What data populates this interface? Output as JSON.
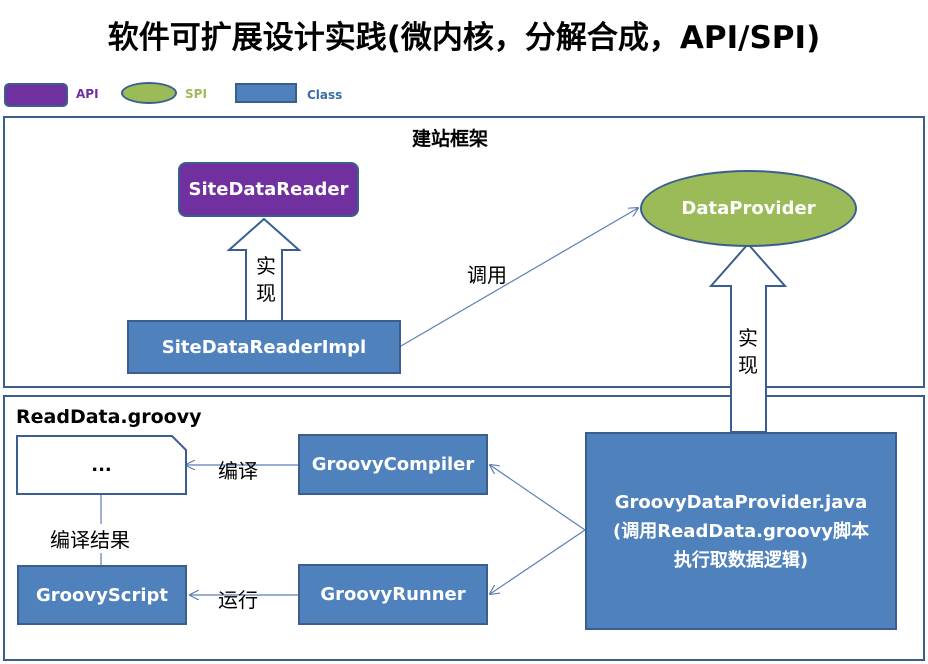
{
  "title": "软件可扩展设计实践(微内核，分解合成，API/SPI)",
  "legend": {
    "api": "API",
    "spi": "SPI",
    "class": "Class"
  },
  "colors": {
    "api": "#7030a0",
    "spi": "#9bbb59",
    "class": "#4f81bd",
    "api_text": "#7030a0",
    "spi_text": "#9bbb59",
    "class_text": "#3a6ea5"
  },
  "framework": {
    "title": "建站框架",
    "site_data_reader": "SiteDataReader",
    "data_provider": "DataProvider",
    "site_data_reader_impl": "SiteDataReaderImpl",
    "implement_label_1": "实",
    "implement_label_2": "现",
    "call_label": "调用"
  },
  "plugin": {
    "script_file_title": "ReadData.groovy",
    "script_file_content": "...",
    "compile_label": "编译",
    "compile_result_label": "编译结果",
    "run_label": "运行",
    "groovy_compiler": "GroovyCompiler",
    "groovy_runner": "GroovyRunner",
    "groovy_script": "GroovyScript",
    "provider_line1": "GroovyDataProvider.java",
    "provider_line2": "(调用ReadData.groovy脚本",
    "provider_line3": "执行取数据逻辑)",
    "implement_label_1": "实",
    "implement_label_2": "现"
  }
}
